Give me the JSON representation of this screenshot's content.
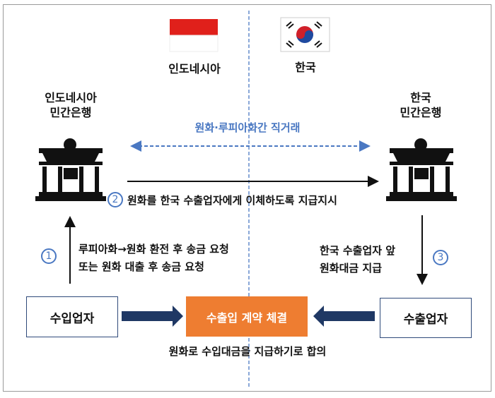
{
  "countries": {
    "left": "인도네시아",
    "right": "한국"
  },
  "banks": {
    "left": [
      "인도네시아",
      "민간은행"
    ],
    "right": [
      "한국",
      "민간은행"
    ]
  },
  "direct_trade_label": "원화·루피아화간 직거래",
  "steps": [
    {
      "number": "1",
      "lines": [
        "루피아화→원화 환전 후 송금 요청",
        "또는 원화 대출 후 송금 요청"
      ]
    },
    {
      "number": "2",
      "lines": [
        "원화를 한국 수출업자에게 이체하도록 지급지시"
      ]
    },
    {
      "number": "3",
      "lines": [
        "한국 수출업자 앞",
        "원화대금 지급"
      ]
    }
  ],
  "importer": "수입업자",
  "exporter": "수출업자",
  "contract": "수출입 계약 체결",
  "agreement": "원화로 수입대금을 지급하기로 합의",
  "colors": {
    "accent": "#ee7d31",
    "navy": "#1f3864",
    "blue": "#4a78c2",
    "flag_red": "#e0201b"
  }
}
